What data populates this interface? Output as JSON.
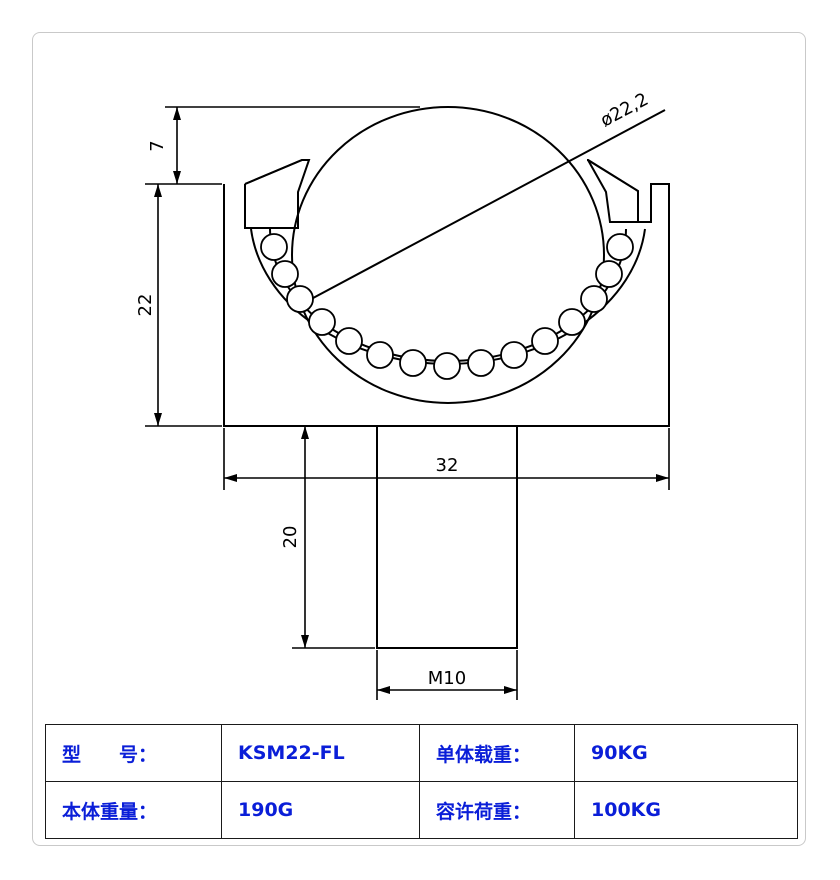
{
  "drawing": {
    "dimensions": {
      "top_height": "7",
      "body_height": "22",
      "ball_diameter": "ø22,2",
      "body_width": "32",
      "stem_length": "20",
      "thread": "M10"
    }
  },
  "spec_table": {
    "rows": [
      [
        {
          "label": "型　　号：",
          "value": "KSM22-FL"
        },
        {
          "label": "单体载重：",
          "value": "90KG"
        }
      ],
      [
        {
          "label": "本体重量：",
          "value": "190G"
        },
        {
          "label": "容许荷重：",
          "value": "100KG"
        }
      ]
    ]
  }
}
